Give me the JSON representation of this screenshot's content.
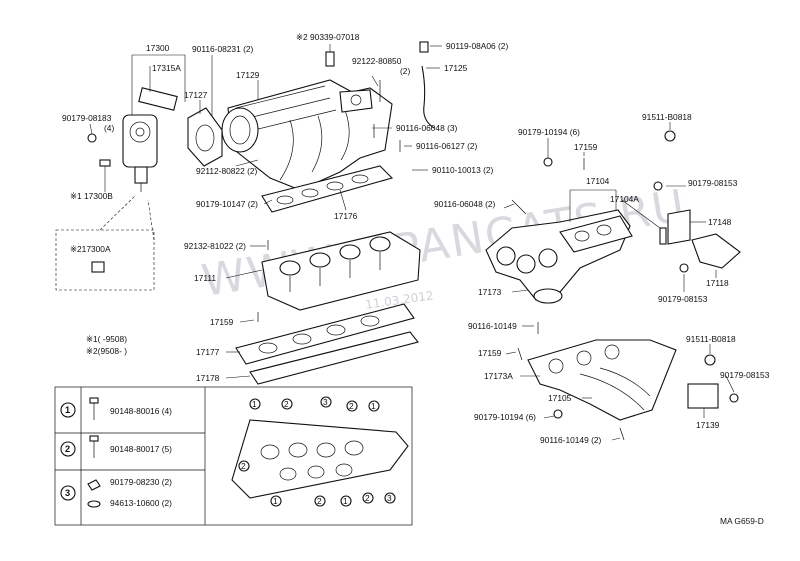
{
  "diagram": {
    "watermark": "WWW.JAPANCATS.RU",
    "date_stamp": "11.03.2012",
    "figure_code": "MA  G659-D",
    "labels": {
      "p17300": "17300",
      "p17315A": "17315A",
      "p90179_08183": "90179-08183",
      "p90179_08183_q": "(4)",
      "p17300B": "※1 17300B",
      "p90116_08231": "90116-08231 (2)",
      "p17129": "17129",
      "p17127": "17127",
      "p90339_07018": "※2 90339-07018",
      "p92122_80850": "92122-80850",
      "p92122_80850_q": "(2)",
      "p90119_08A06": "90119-08A06 (2)",
      "p17125": "17125",
      "p90116_06048_3": "90116-06048 (3)",
      "p90116_06127": "90116-06127 (2)",
      "p90110_10013": "90110-10013 (2)",
      "p92112_80822": "92112-80822 (2)",
      "p90179_10147": "90179-10147 (2)",
      "p17176": "17176",
      "p17300A": "※217300A",
      "p92132_81022": "92132-81022 (2)",
      "p17111": "17111",
      "p17159_a": "17159",
      "p17177": "17177",
      "p17178": "17178",
      "note1": "※1(      -9508)",
      "note2": "※2(9508-      )",
      "p90179_10194_6a": "90179-10194 (6)",
      "p17159_b": "17159",
      "p91511_B0818_a": "91511-B0818",
      "p17104": "17104",
      "p17104A": "17104A",
      "p90179_08153_a": "90179-08153",
      "p90116_06048_2": "90116-06048 (2)",
      "p17148": "17148",
      "p17118": "17118",
      "p90179_08153_b": "90179-08153",
      "p17173": "17173",
      "p90116_10149_a": "90116-10149",
      "p17159_c": "17159",
      "p17173A": "17173A",
      "p91511_B0818_b": "91511-B0818",
      "p90179_08153_c": "90179-08153",
      "p17105": "17105",
      "p90179_10194_6b": "90179-10194 (6)",
      "p17139": "17139",
      "p90116_10149_2": "90116-10149 (2)"
    },
    "legend": {
      "rows": [
        {
          "mark": "1",
          "parts": [
            "90148-80016 (4)"
          ]
        },
        {
          "mark": "2",
          "parts": [
            "90148-80017 (5)"
          ]
        },
        {
          "mark": "3",
          "parts": [
            "90179-08230 (2)",
            "94613-10600 (2)"
          ]
        }
      ],
      "callouts_top": [
        "1",
        "2",
        "3",
        "2",
        "1"
      ],
      "callouts_bottom": [
        "2",
        "1",
        "2",
        "1",
        "2",
        "3"
      ]
    }
  }
}
